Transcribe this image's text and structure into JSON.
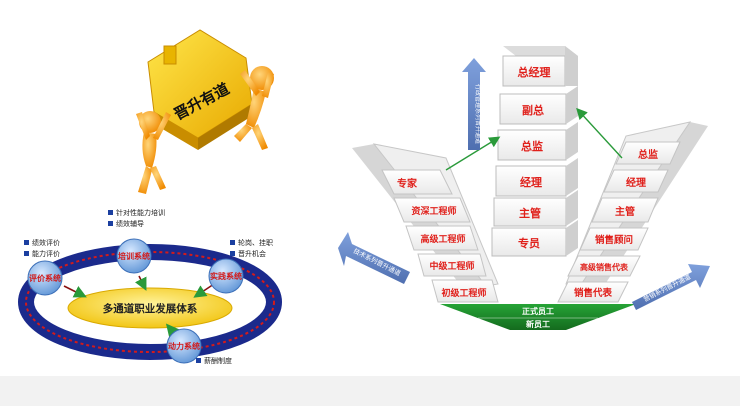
{
  "house": {
    "label": "晋升有道"
  },
  "left_diagram": {
    "center_label": "多通道职业发展体系",
    "circles": {
      "training": "培训系统",
      "evaluation": "评价系统",
      "practice": "实践系统",
      "motivation": "动力系统"
    },
    "notes": {
      "training": [
        "针对性能力培训",
        "绩效辅导"
      ],
      "evaluation": [
        "绩效评价",
        "能力评价"
      ],
      "practice": [
        "轮岗、挂职",
        "晋升机会"
      ],
      "motivation": [
        "薪酬制度"
      ]
    }
  },
  "right_diagram": {
    "center_column": [
      "总经理",
      "副总",
      "总监",
      "经理",
      "主管",
      "专员"
    ],
    "left_wing": [
      "专家",
      "资深工程师",
      "高级工程师",
      "中级工程师",
      "初级工程师"
    ],
    "right_wing": [
      "总监",
      "经理",
      "主管",
      "销售顾问",
      "高级销售代表",
      "销售代表"
    ],
    "base": {
      "formal": "正式员工",
      "new": "新员工"
    },
    "arrows": {
      "admin": "行政管理系列晋升通道",
      "tech": "技术系列晋升通道",
      "sales": "营销系列晋升通道"
    },
    "colors": {
      "label_red": "#e0201b",
      "arrow_blue": "#5f7fbf",
      "base_green": "#1e8a2a"
    }
  }
}
